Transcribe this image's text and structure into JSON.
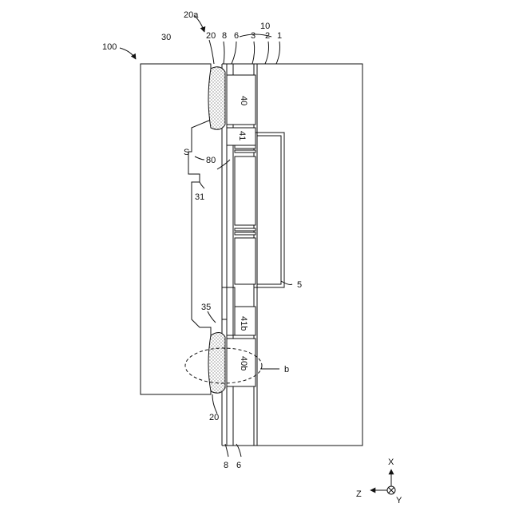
{
  "labels": {
    "device": "100",
    "cap": "30",
    "bump_group": "20a",
    "bump_top": "20",
    "l8_top": "8",
    "l6_top": "6",
    "l3": "3",
    "l2": "2",
    "l1": "1",
    "group10": "10",
    "pad40": "40",
    "pad41": "41",
    "space": "S",
    "membrane": "80",
    "step": "31",
    "cavity": "5",
    "edge": "35",
    "pad41b": "41b",
    "pad40b": "40b",
    "region": "b",
    "bump_bottom": "20",
    "l8_bottom": "8",
    "l6_bottom": "6"
  },
  "axes": {
    "x": "X",
    "z": "Z",
    "y": "Y"
  }
}
